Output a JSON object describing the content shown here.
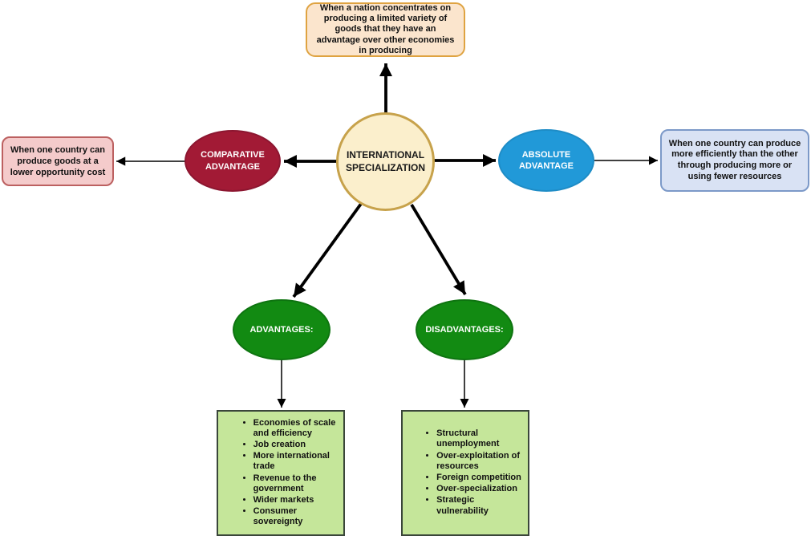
{
  "colors": {
    "arrow": "#000000",
    "center_fill": "#FBEFCC",
    "center_stroke": "#C7A24B",
    "top_box_fill": "#FBE5CD",
    "top_box_stroke": "#DFA341",
    "comparative_fill": "#A21A35",
    "comparative_stroke": "#8C1630",
    "pink_box_fill": "#F4CBCB",
    "pink_box_stroke": "#BC6060",
    "absolute_fill": "#2199D8",
    "absolute_stroke": "#1E8CC6",
    "blue_box_fill": "#D9E2F4",
    "blue_box_stroke": "#7C99C8",
    "green_ellipse_fill": "#128A12",
    "green_ellipse_stroke": "#0E7410",
    "green_box_fill": "#C5E69A",
    "green_box_stroke": "#3A463A"
  },
  "nodes": {
    "center": {
      "label": "INTERNATIONAL\nSPECIALIZATION"
    },
    "definition": {
      "text": "When a nation concentrates on\nproducing a limited variety of\ngoods that they have an\nadvantage over other economies\nin producing"
    },
    "comparative": {
      "label": "COMPARATIVE\nADVANTAGE",
      "definition": "When one country can\nproduce goods at a\nlower opportunity cost"
    },
    "absolute": {
      "label": "ABSOLUTE\nADVANTAGE",
      "definition": "When one country can produce\nmore efficiently than the other\nthrough producing more or\nusing fewer resources"
    },
    "advantages": {
      "label": "ADVANTAGES:",
      "items": [
        "Economies of scale\nand efficiency",
        "Job creation",
        "More international\ntrade",
        "Revenue to the\ngovernment",
        "Wider markets",
        "Consumer\nsovereignty"
      ]
    },
    "disadvantages": {
      "label": "DISADVANTAGES:",
      "items": [
        "Structural\nunemployment",
        "Over-exploitation of\nresources",
        "Foreign competition",
        "Over-specialization",
        "Strategic\nvulnerability"
      ]
    }
  }
}
